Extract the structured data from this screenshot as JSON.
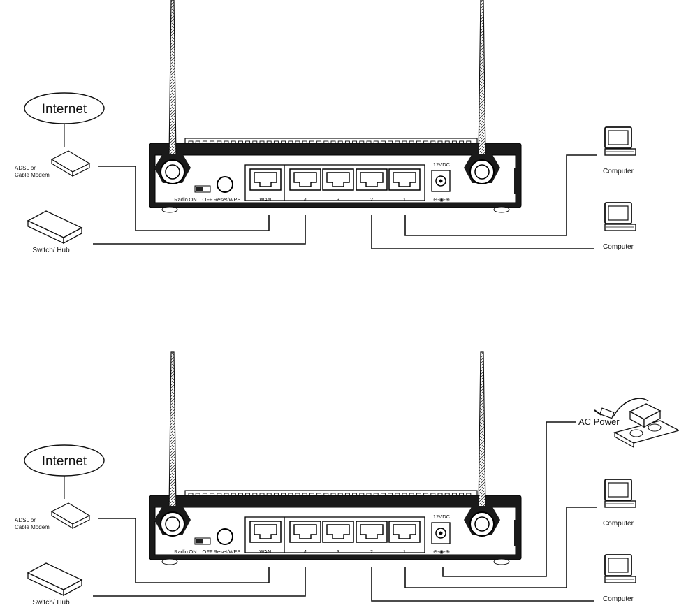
{
  "diagrams": [
    {
      "internet_label": "Internet",
      "modem_label": [
        "ADSL or",
        "Cable Modem"
      ],
      "switch_label": "Switch/ Hub",
      "computer_labels": [
        "Computer",
        "Computer"
      ],
      "router": {
        "radio_label": "Radio",
        "on_label": "ON",
        "off_label": "OFF",
        "reset_label": "Reset/WPS",
        "port_labels": [
          "WAN",
          "4",
          "3",
          "2",
          "1"
        ],
        "power_label": "12VDC",
        "polarity_label": "⊖-◉-⊕"
      },
      "ac_power_label": ""
    },
    {
      "internet_label": "Internet",
      "modem_label": [
        "ADSL or",
        "Cable Modem"
      ],
      "switch_label": "Switch/ Hub",
      "computer_labels": [
        "Computer",
        "Computer"
      ],
      "router": {
        "radio_label": "Radio",
        "on_label": "ON",
        "off_label": "OFF",
        "reset_label": "Reset/WPS",
        "port_labels": [
          "WAN",
          "4",
          "3",
          "2",
          "1"
        ],
        "power_label": "12VDC",
        "polarity_label": "⊖-◉-⊕"
      },
      "ac_power_label": "AC Power"
    }
  ]
}
